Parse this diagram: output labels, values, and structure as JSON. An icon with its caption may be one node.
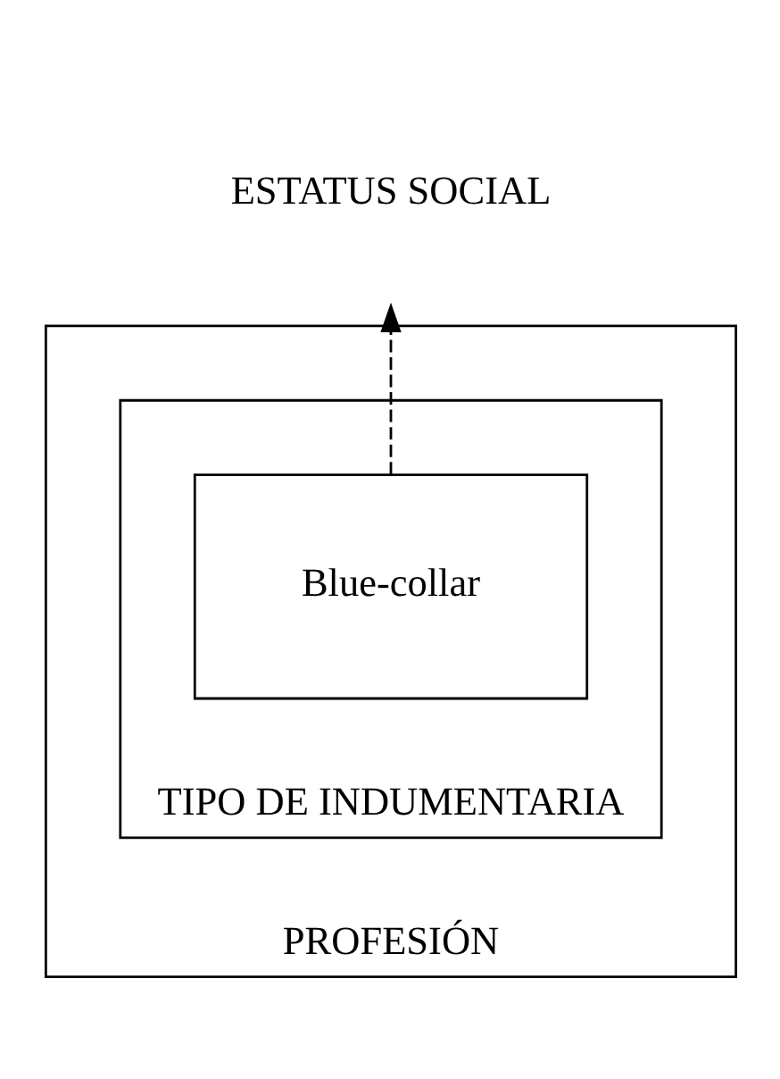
{
  "diagram": {
    "nodes": [
      {
        "text": [
          "ESTATUS SOCIAL"
        ]
      },
      {
        "text": [
          "PROFESIÓN"
        ]
      },
      {
        "text": [
          "TIPO DE INDUMENTARIA"
        ],
        "in": 1
      },
      {
        "text": [
          "Blue-collar"
        ],
        "in": 2
      }
    ],
    "edges": [
      {
        "from": 3,
        "to": 0,
        "arrow": "to",
        "style": "dashed"
      }
    ]
  }
}
